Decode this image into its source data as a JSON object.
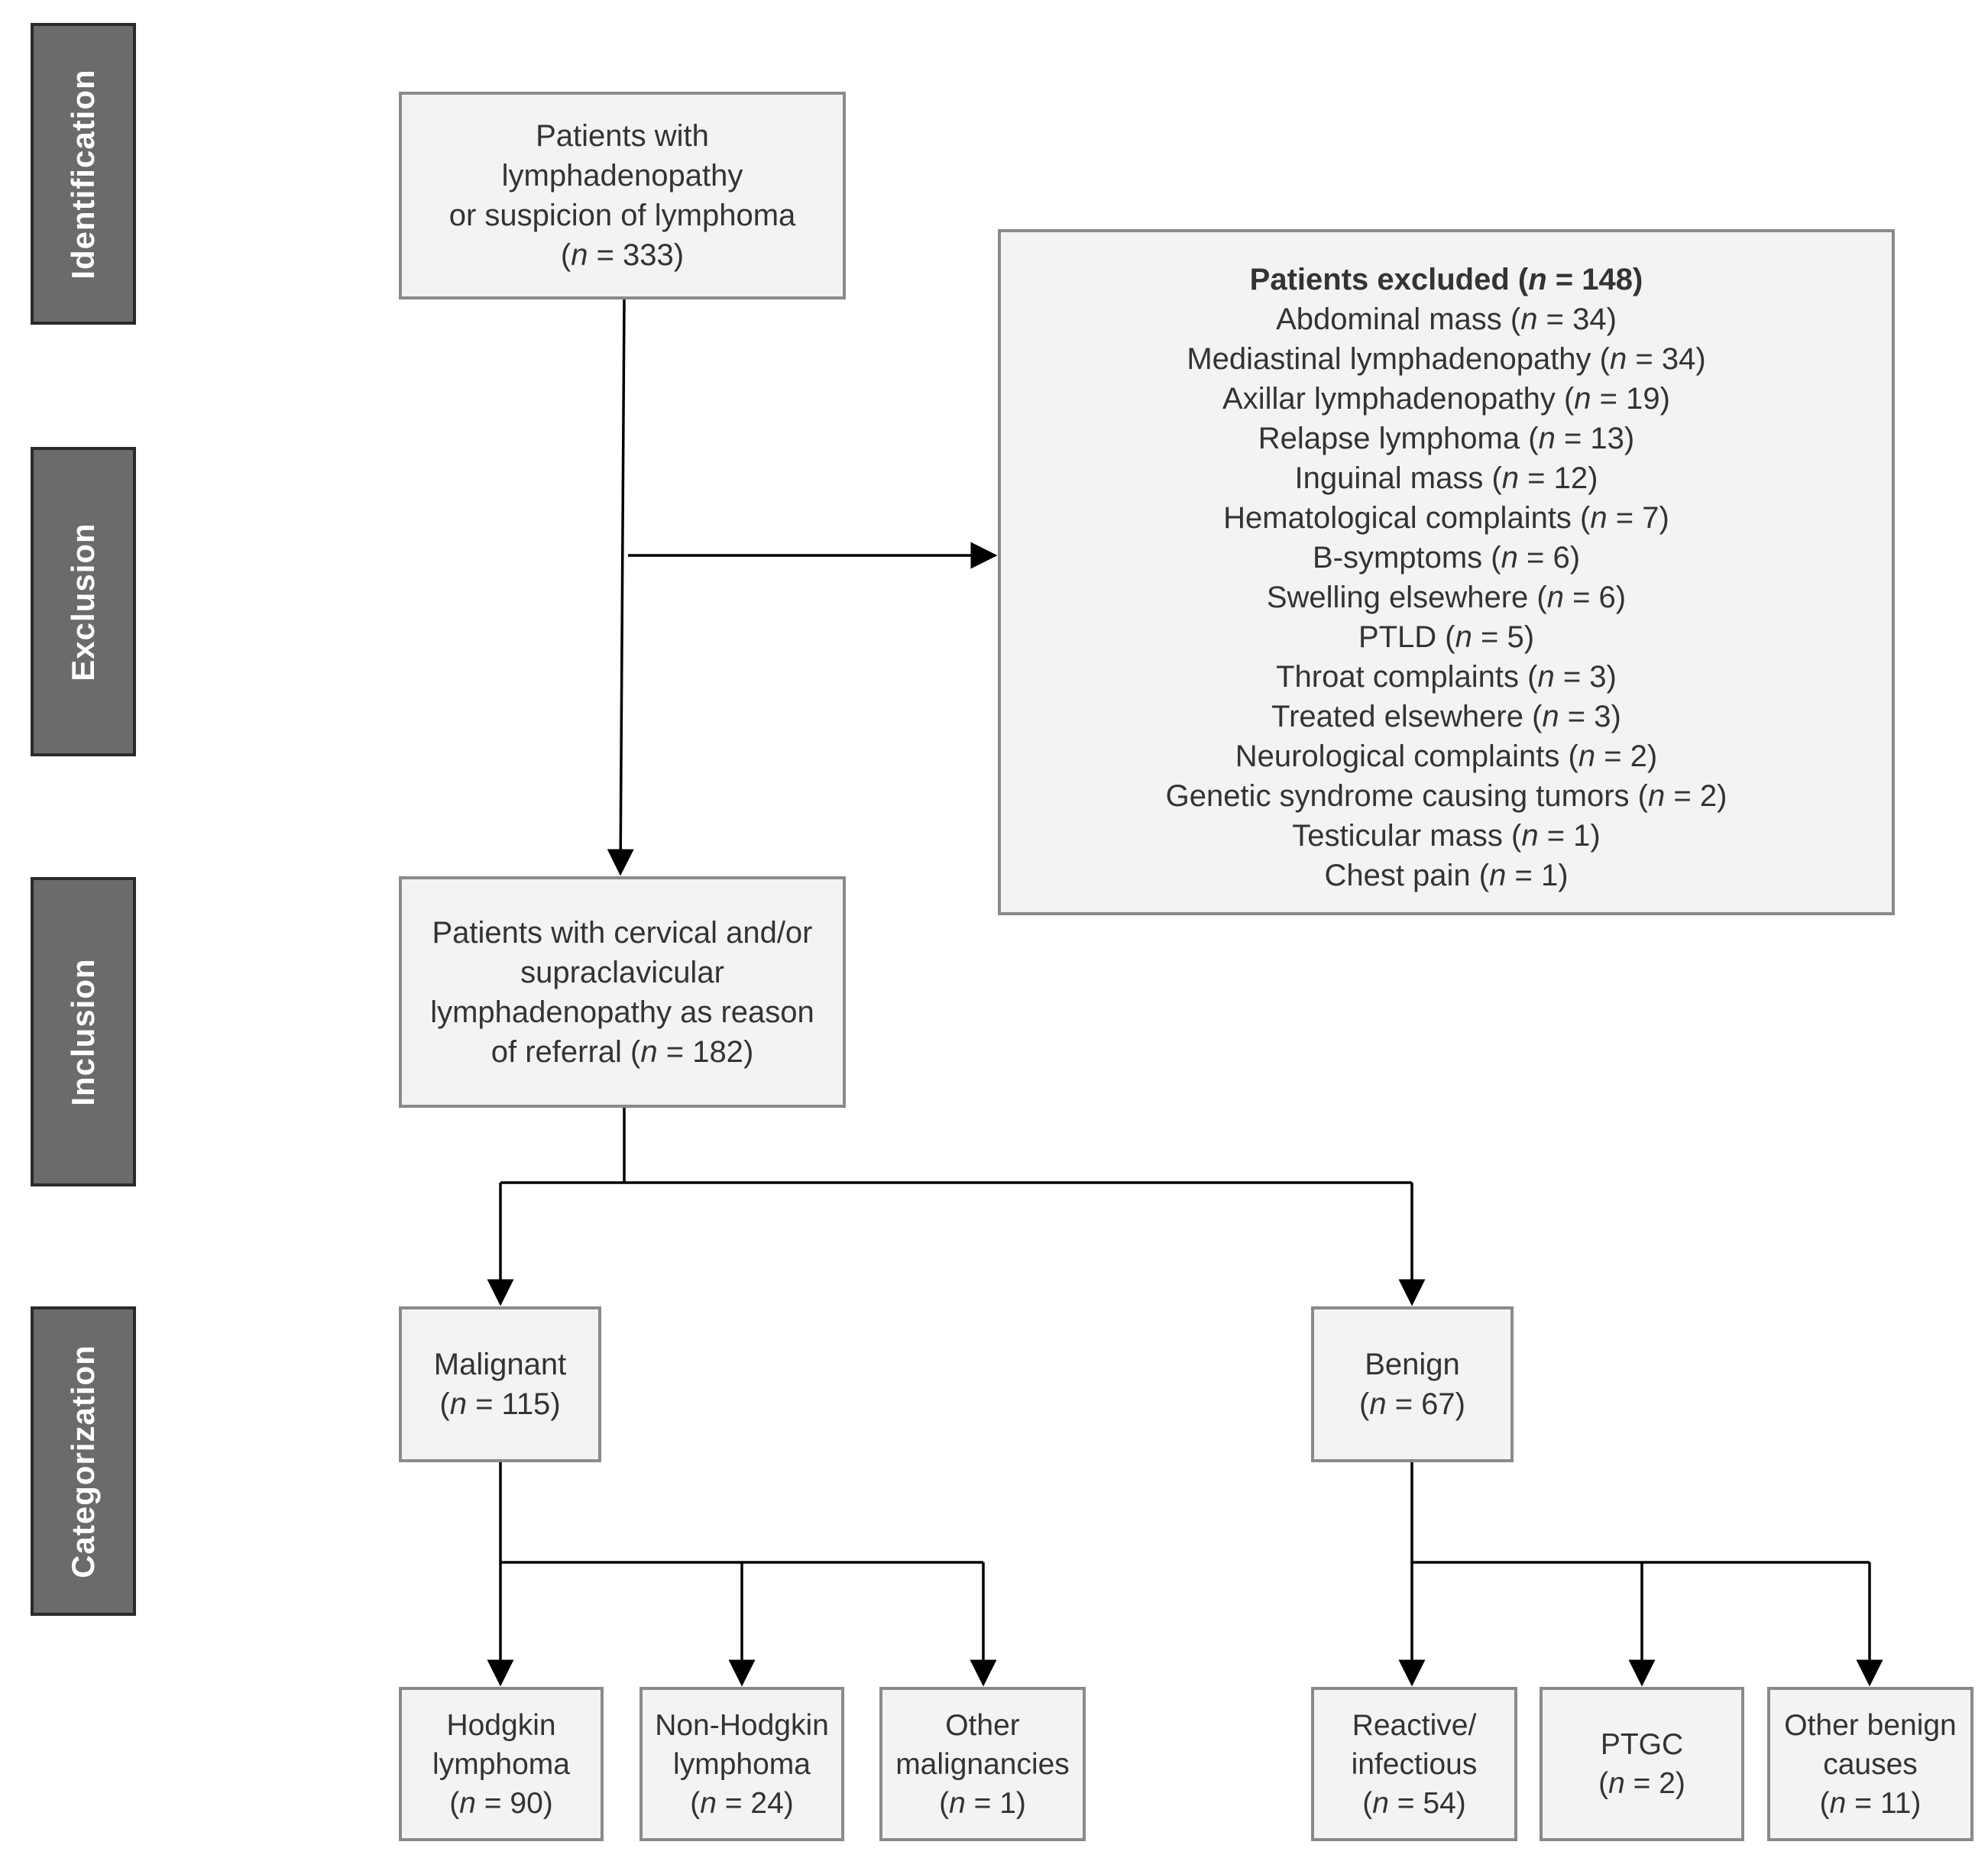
{
  "stages": [
    {
      "label": "Identification"
    },
    {
      "label": "Exclusion"
    },
    {
      "label": "Inclusion"
    },
    {
      "label": "Categorization"
    }
  ],
  "identification": {
    "lines": [
      "Patients with",
      "lymphadenopathy",
      "or suspicion of lymphoma"
    ],
    "n_label": "n",
    "count": "= 333"
  },
  "excluded": {
    "title": "Patients excluded",
    "n_label": "n",
    "total": "= 148",
    "items": [
      {
        "label": "Abdominal mass",
        "count": "= 34"
      },
      {
        "label": "Mediastinal lymphadenopathy",
        "count": "= 34"
      },
      {
        "label": "Axillar lymphadenopathy",
        "count": "= 19"
      },
      {
        "label": "Relapse lymphoma",
        "count": "= 13"
      },
      {
        "label": "Inguinal mass",
        "count": "= 12"
      },
      {
        "label": "Hematological complaints",
        "count": "= 7"
      },
      {
        "label": "B-symptoms",
        "count": "= 6"
      },
      {
        "label": "Swelling elsewhere",
        "count": "= 6"
      },
      {
        "label": "PTLD",
        "count": "= 5"
      },
      {
        "label": "Throat complaints",
        "count": "= 3"
      },
      {
        "label": "Treated elsewhere",
        "count": "= 3"
      },
      {
        "label": "Neurological complaints",
        "count": "= 2"
      },
      {
        "label": "Genetic syndrome causing tumors",
        "count": "= 2"
      },
      {
        "label": "Testicular mass",
        "count": "= 1"
      },
      {
        "label": "Chest pain",
        "count": "= 1"
      }
    ]
  },
  "inclusion": {
    "lines": [
      "Patients with cervical and/or",
      "supraclavicular",
      "lymphadenopathy as reason",
      "of referral"
    ],
    "n_label": "n",
    "count": "= 182"
  },
  "malignant": {
    "label": "Malignant",
    "n_label": "n",
    "count": "= 115"
  },
  "benign": {
    "label": "Benign",
    "n_label": "n",
    "count": "= 67"
  },
  "subgroups": {
    "hodgkin": {
      "lines": [
        "Hodgkin",
        "lymphoma"
      ],
      "n_label": "n",
      "count": "= 90"
    },
    "non_hodgkin": {
      "lines": [
        "Non-Hodgkin",
        "lymphoma"
      ],
      "n_label": "n",
      "count": "= 24"
    },
    "other_malignancies": {
      "lines": [
        "Other",
        "malignancies"
      ],
      "n_label": "n",
      "count": "= 1"
    },
    "reactive": {
      "lines": [
        "Reactive/",
        "infectious"
      ],
      "n_label": "n",
      "count": "= 54"
    },
    "ptgc": {
      "lines": [
        "PTGC"
      ],
      "n_label": "n",
      "count": "= 2"
    },
    "other_benign": {
      "lines": [
        "Other benign",
        "causes"
      ],
      "n_label": "n",
      "count": "= 11"
    }
  },
  "colors": {
    "stage_fill": "#6b6b6b",
    "box_fill": "#f3f3f3",
    "box_border": "#8a8a8a",
    "connector": "#000000"
  }
}
